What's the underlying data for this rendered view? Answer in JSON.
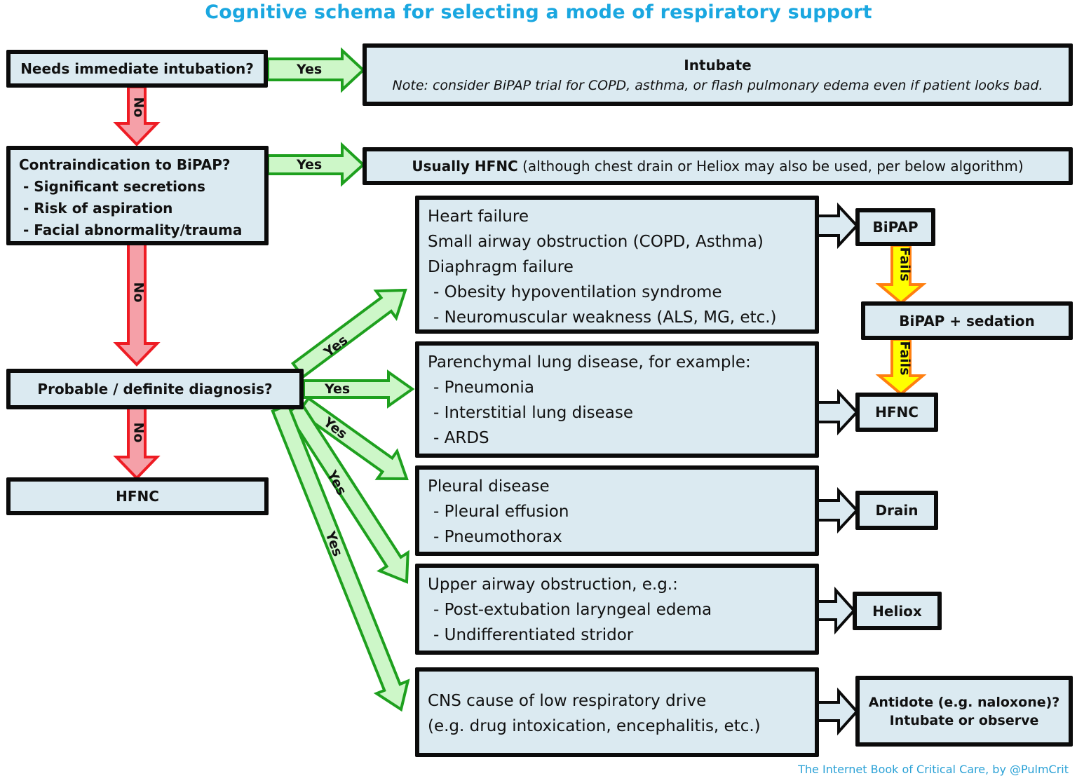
{
  "title": "Cognitive schema for selecting a mode of respiratory support",
  "footer": "The Internet Book of Critical Care, by @PulmCrit",
  "colors": {
    "title": "#1aa7e0",
    "box_fill": "#dbeaf1",
    "box_border": "#0b0b0b",
    "yes_arrow_fill": "#cdf7c8",
    "yes_arrow_stroke": "#1ea01e",
    "no_arrow_fill": "#f5a0a8",
    "no_arrow_stroke": "#ee1c24",
    "fails_arrow_fill": "#ffff00",
    "fails_arrow_stroke": "#ff7f10"
  },
  "questions": {
    "q1": "Needs immediate intubation?",
    "q2": {
      "heading": "Contraindication to BiPAP?",
      "items": [
        "- Significant secretions",
        "- Risk of aspiration",
        "- Facial abnormality/trauma"
      ]
    },
    "q3": "Probable / definite diagnosis?"
  },
  "outcomes": {
    "intubate": {
      "heading": "Intubate",
      "note": "Note: consider BiPAP trial for COPD, asthma, or flash pulmonary edema even if patient looks bad."
    },
    "usually_hfnc": {
      "bold": "Usually HFNC",
      "rest": " (although chest drain or Heliox may also be used, per below algorithm)"
    },
    "hfnc_default": "HFNC"
  },
  "diagnoses": [
    {
      "lines": [
        "Heart failure",
        "Small airway obstruction (COPD, Asthma)",
        "Diaphragm failure"
      ],
      "sub": [
        "- Obesity hypoventilation syndrome",
        "- Neuromuscular weakness (ALS, MG, etc.)"
      ],
      "target": "BiPAP"
    },
    {
      "lines": [
        "Parenchymal lung disease, for example:"
      ],
      "sub": [
        "- Pneumonia",
        "- Interstitial lung disease",
        "- ARDS"
      ],
      "target": "HFNC"
    },
    {
      "lines": [
        "Pleural disease"
      ],
      "sub": [
        "- Pleural effusion",
        "- Pneumothorax"
      ],
      "target": "Drain"
    },
    {
      "lines": [
        "Upper airway obstruction, e.g.:"
      ],
      "sub": [
        "- Post-extubation laryngeal edema",
        "- Undifferentiated stridor"
      ],
      "target": "Heliox"
    },
    {
      "lines": [
        "CNS cause of low respiratory drive",
        "(e.g. drug intoxication, encephalitis, etc.)"
      ],
      "sub": [],
      "target": "Antidote (e.g. naloxone)? Intubate or observe"
    }
  ],
  "escalation": {
    "step1": "BiPAP",
    "step2": "BiPAP + sedation",
    "step3": "HFNC",
    "fails_label": "Fails"
  },
  "antidote": {
    "line1": "Antidote (e.g. naloxone)?",
    "line2": "Intubate or observe"
  },
  "targets": {
    "drain": "Drain",
    "heliox": "Heliox"
  },
  "labels": {
    "yes": "Yes",
    "no": "No",
    "fails": "Fails"
  }
}
